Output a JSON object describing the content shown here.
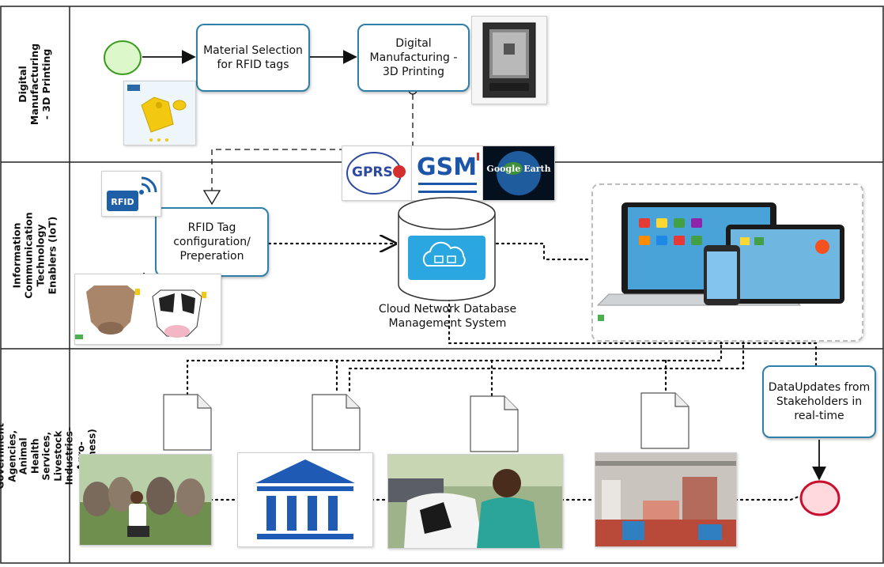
{
  "lanes": [
    {
      "label": "Digital Manufacturing - 3D Printing"
    },
    {
      "label": "Information Communication Technology Enablers (IoT)"
    },
    {
      "label": "Stakeholders (Famers, Government Agencies, Animal Health Services, Livestock Industries-Agro-buisiness)"
    }
  ],
  "tasks": {
    "material_selection": "Material Selection for RFID tags",
    "digital_manufacturing": "Digital Manufacturing - 3D Printing",
    "rfid_config": "RFID Tag configuration/ Preperation",
    "data_updates": "DataUpdates from Stakeholders in real-time"
  },
  "database": {
    "caption": "Cloud Network Database Management System"
  },
  "logos": {
    "gprs": "GPRS",
    "gsm": "GSM",
    "google_earth": "Google Earth",
    "rfid": "RFID"
  },
  "colors": {
    "task_border": "#2f7fa8",
    "start_event": "#7ed957",
    "end_event": "#e8283a",
    "db_screen": "#2aa6e0",
    "institution_blue": "#1f5bb5"
  }
}
